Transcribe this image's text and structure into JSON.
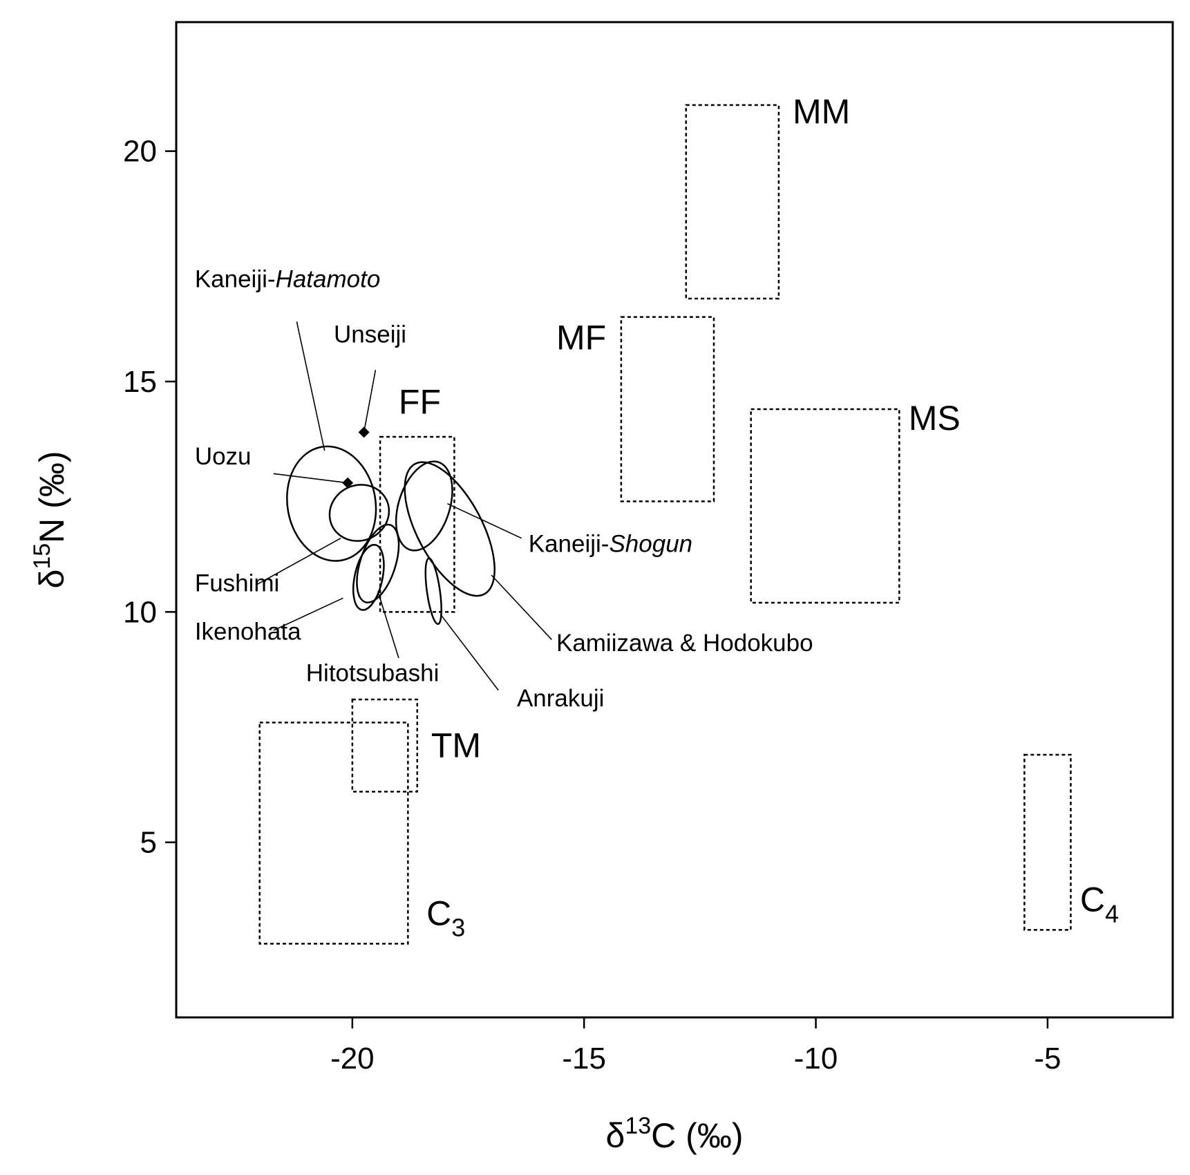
{
  "chart_data": {
    "type": "scatter",
    "title": "",
    "xlabel": {
      "symbol": "δ",
      "sup": "13",
      "rest": "C (‰)"
    },
    "ylabel": {
      "symbol": "δ",
      "sup": "15",
      "rest": "N (‰)"
    },
    "xlim": [
      -23.8,
      -2.3
    ],
    "ylim": [
      1.2,
      22.8
    ],
    "xticks": [
      -20,
      -15,
      -10,
      -5
    ],
    "yticks": [
      5,
      10,
      15,
      20
    ],
    "grid": false,
    "legend": "none",
    "reference_regions": [
      {
        "label": "MM",
        "sub": "",
        "x": [
          -12.8,
          -10.8
        ],
        "y": [
          16.8,
          21.0
        ],
        "label_at": [
          -10.5,
          20.6
        ]
      },
      {
        "label": "MF",
        "sub": "",
        "x": [
          -14.2,
          -12.2
        ],
        "y": [
          12.4,
          16.4
        ],
        "label_at": [
          -15.6,
          15.7
        ]
      },
      {
        "label": "MS",
        "sub": "",
        "x": [
          -11.4,
          -8.2
        ],
        "y": [
          10.2,
          14.4
        ],
        "label_at": [
          -8.0,
          13.95
        ]
      },
      {
        "label": "FF",
        "sub": "",
        "x": [
          -19.4,
          -17.8
        ],
        "y": [
          10.0,
          13.8
        ],
        "label_at": [
          -19.0,
          14.3
        ]
      },
      {
        "label": "TM",
        "sub": "",
        "x": [
          -20.0,
          -18.6
        ],
        "y": [
          6.1,
          8.1
        ],
        "label_at": [
          -18.3,
          6.85
        ]
      },
      {
        "label": "C",
        "sub": "3",
        "x": [
          -22.0,
          -18.8
        ],
        "y": [
          2.8,
          7.6
        ],
        "label_at": [
          -18.4,
          3.2
        ]
      },
      {
        "label": "C",
        "sub": "4",
        "x": [
          -5.5,
          -4.5
        ],
        "y": [
          3.1,
          6.9
        ],
        "label_at": [
          -4.3,
          3.5
        ]
      }
    ],
    "series": [
      {
        "name": "Kaneiji-",
        "name_italic": "Hatamoto",
        "type": "ellipse",
        "center": [
          -20.45,
          12.35
        ],
        "radii": [
          0.95,
          1.25
        ],
        "rotation": -10,
        "label_at": [
          -23.4,
          17.05
        ],
        "leader": [
          [
            -21.2,
            16.3
          ],
          [
            -20.6,
            13.5
          ]
        ]
      },
      {
        "name": "Unseiji",
        "type": "point",
        "value": [
          -19.75,
          13.9
        ],
        "label_at": [
          -20.4,
          15.85
        ],
        "leader": [
          [
            -19.5,
            15.25
          ],
          [
            -19.75,
            13.9
          ]
        ]
      },
      {
        "name": "Uozu",
        "type": "point",
        "value": [
          -20.1,
          12.8
        ],
        "label_at": [
          -23.4,
          13.2
        ],
        "leader": [
          [
            -21.7,
            13.0
          ],
          [
            -20.1,
            12.8
          ]
        ]
      },
      {
        "name": "Fushimi",
        "type": "ellipse",
        "center": [
          -19.85,
          12.15
        ],
        "radii": [
          0.65,
          0.6
        ],
        "rotation": -25,
        "label_at": [
          -23.4,
          10.45
        ],
        "leader": [
          [
            -22.05,
            10.6
          ],
          [
            -20.25,
            11.6
          ]
        ]
      },
      {
        "name": "Ikenohata",
        "type": "ellipse",
        "center": [
          -19.65,
          10.75
        ],
        "radii": [
          0.3,
          0.72
        ],
        "rotation": 12,
        "label_at": [
          -23.4,
          9.4
        ],
        "leader": [
          [
            -21.7,
            9.6
          ],
          [
            -20.2,
            10.3
          ]
        ]
      },
      {
        "name": "Hitotsubashi",
        "type": "ellipse",
        "center": [
          -19.45,
          11.05
        ],
        "radii": [
          0.38,
          0.88
        ],
        "rotation": 18,
        "label_at": [
          -21.0,
          8.5
        ],
        "leader": [
          [
            -19.0,
            9.0
          ],
          [
            -19.45,
            10.45
          ]
        ]
      },
      {
        "name": "Anrakuji",
        "type": "ellipse",
        "center": [
          -18.25,
          10.45
        ],
        "radii": [
          0.14,
          0.72
        ],
        "rotation": -8,
        "label_at": [
          -16.45,
          7.95
        ],
        "leader": [
          [
            -16.85,
            8.3
          ],
          [
            -18.1,
            9.95
          ]
        ]
      },
      {
        "name": "Kaneiji-",
        "name_italic": "Shogun",
        "type": "ellipse",
        "center": [
          -18.45,
          12.3
        ],
        "radii": [
          0.55,
          1.0
        ],
        "rotation": 18,
        "label_at": [
          -16.2,
          11.3
        ],
        "leader": [
          [
            -16.35,
            11.6
          ],
          [
            -17.95,
            12.35
          ]
        ]
      },
      {
        "name": "Kamiizawa & Hodokubo",
        "type": "ellipse",
        "center": [
          -17.9,
          11.8
        ],
        "radii": [
          0.7,
          1.6
        ],
        "rotation": -28,
        "label_at": [
          -15.6,
          9.15
        ],
        "leader": [
          [
            -15.7,
            9.4
          ],
          [
            -17.0,
            10.8
          ]
        ]
      }
    ]
  }
}
